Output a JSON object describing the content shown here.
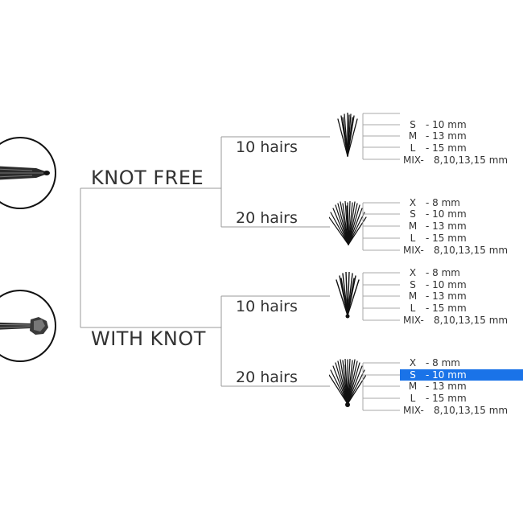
{
  "categories": [
    {
      "label": "KNOT FREE",
      "branches": [
        {
          "hairs": "10 hairs",
          "options": [
            {
              "code": "S",
              "sep": "-",
              "value": "10 mm"
            },
            {
              "code": "M",
              "sep": "-",
              "value": "13 mm"
            },
            {
              "code": "L",
              "sep": "-",
              "value": "15 mm"
            },
            {
              "code": "MIX-",
              "sep": "",
              "value": "8,10,13,15 mm"
            }
          ]
        },
        {
          "hairs": "20 hairs",
          "options": [
            {
              "code": "X",
              "sep": "-",
              "value": "8 mm"
            },
            {
              "code": "S",
              "sep": "-",
              "value": "10 mm"
            },
            {
              "code": "M",
              "sep": "-",
              "value": "13 mm"
            },
            {
              "code": "L",
              "sep": "-",
              "value": "15 mm"
            },
            {
              "code": "MIX-",
              "sep": "",
              "value": "8,10,13,15 mm"
            }
          ]
        }
      ]
    },
    {
      "label": "WITH KNOT",
      "branches": [
        {
          "hairs": "10 hairs",
          "options": [
            {
              "code": "X",
              "sep": "-",
              "value": "8 mm"
            },
            {
              "code": "S",
              "sep": "-",
              "value": "10 mm"
            },
            {
              "code": "M",
              "sep": "-",
              "value": "13 mm"
            },
            {
              "code": "L",
              "sep": "-",
              "value": "15 mm"
            },
            {
              "code": "MIX-",
              "sep": "",
              "value": "8,10,13,15 mm"
            }
          ]
        },
        {
          "hairs": "20 hairs",
          "options": [
            {
              "code": "X",
              "sep": "-",
              "value": "8 mm"
            },
            {
              "code": "S",
              "sep": "-",
              "value": "10 mm",
              "selected": true
            },
            {
              "code": "M",
              "sep": "-",
              "value": "13 mm"
            },
            {
              "code": "L",
              "sep": "-",
              "value": "15 mm"
            },
            {
              "code": "MIX-",
              "sep": "",
              "value": "8,10,13,15 mm"
            }
          ]
        }
      ]
    }
  ],
  "colors": {
    "selection": "#1a73e8",
    "lines": "#9a9a9a",
    "text": "#333333"
  },
  "icons": [
    "knot-free-lash-icon",
    "with-knot-lash-icon",
    "lash-fan-icon"
  ]
}
